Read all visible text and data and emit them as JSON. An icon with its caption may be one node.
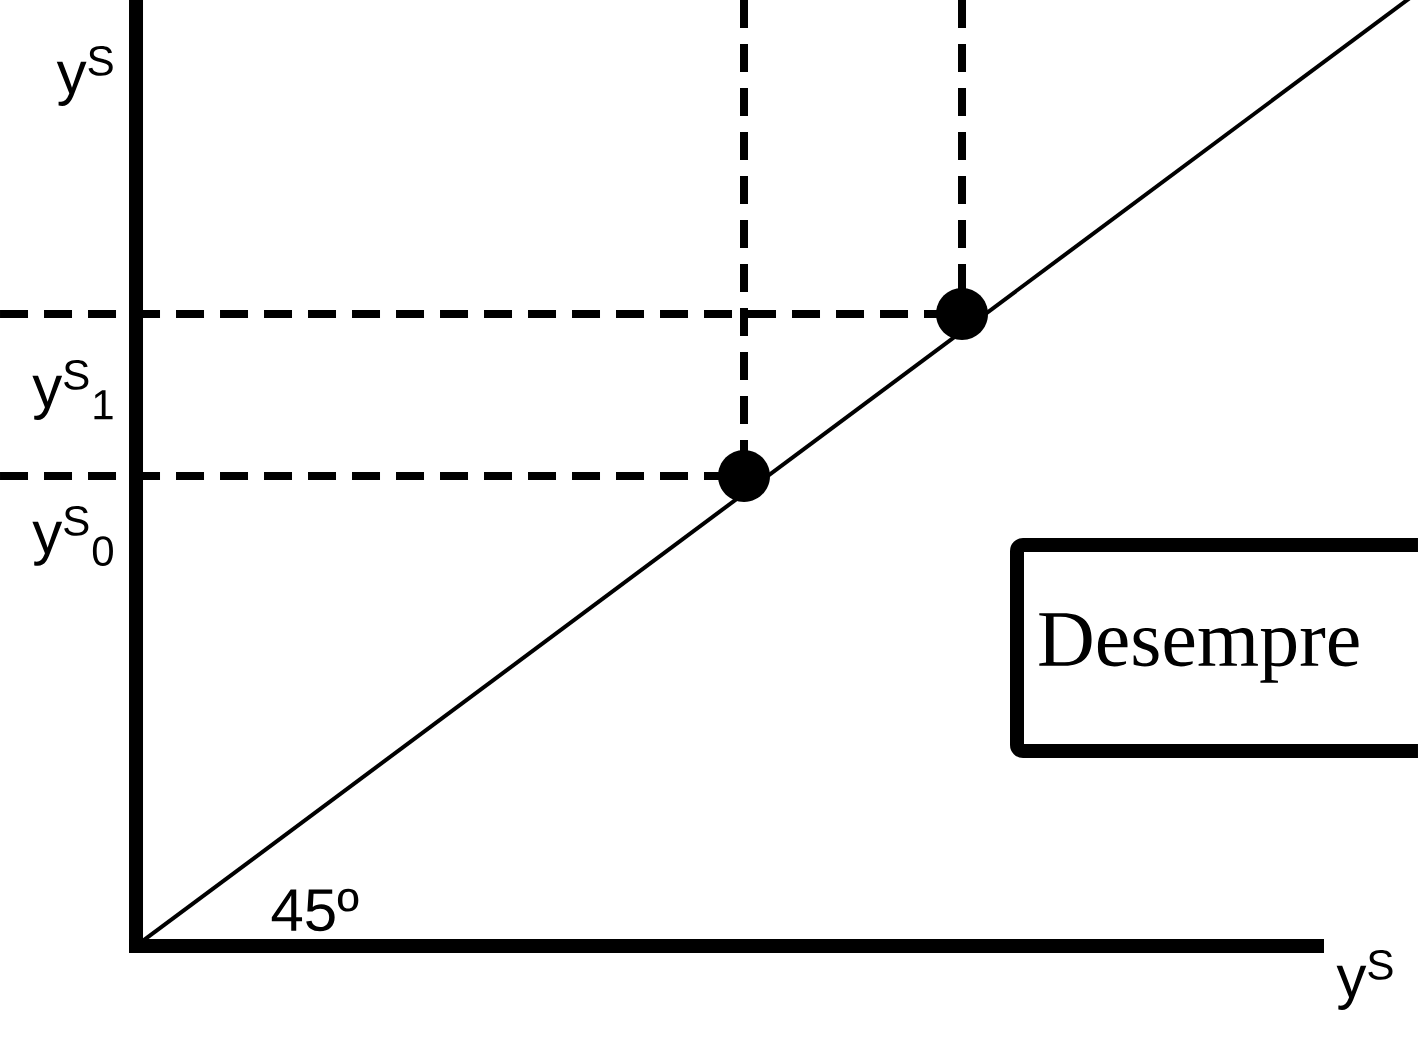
{
  "diagram": {
    "nodes": [
      {
        "text": [
          "Desempre"
        ]
      }
    ],
    "edges": [],
    "labels": [
      "y$^{S}$",
      "y$^{S}$$_{1}$",
      "y$^{S}$$_{0}$",
      "45º",
      "y$^{S}$"
    ]
  }
}
